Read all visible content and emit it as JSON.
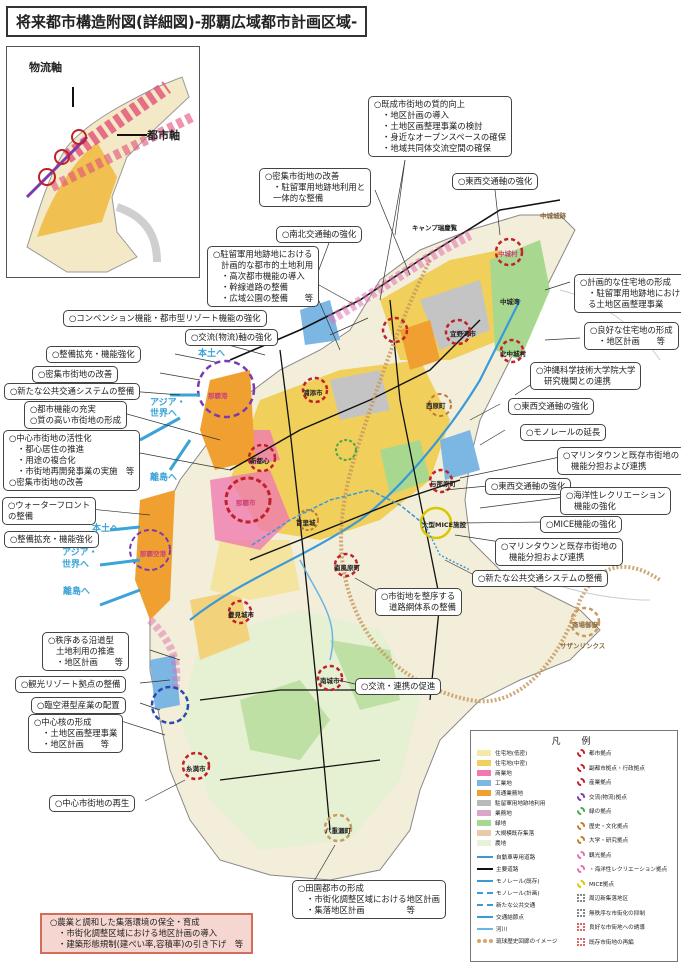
{
  "title": "将来都市構造附図(詳細図)-那覇広域都市計画区域-",
  "inset": {
    "label_logistics": "物流軸",
    "label_city": "都市軸"
  },
  "notes": [
    {
      "id": "n1",
      "lines": [
        {
          "t": "○既成市街地の質的向上",
          "s": false
        },
        {
          "t": "・地区計画の導入",
          "s": true
        },
        {
          "t": "・土地区画整理事業の検討",
          "s": true
        },
        {
          "t": "・身近なオープンスペースの確保",
          "s": true
        },
        {
          "t": "・地域共同体交流空間の確保",
          "s": true
        }
      ]
    },
    {
      "id": "n2",
      "lines": [
        {
          "t": "○密集市街地の改善",
          "s": false
        },
        {
          "t": "・駐留軍用地跡地利用と",
          "s": true
        },
        {
          "t": "一体的な整備",
          "s": true
        }
      ]
    },
    {
      "id": "n3",
      "lines": [
        {
          "t": "○東西交通軸の強化",
          "s": false
        }
      ]
    },
    {
      "id": "n4",
      "lines": [
        {
          "t": "○南北交通軸の強化",
          "s": false
        }
      ]
    },
    {
      "id": "n5",
      "lines": [
        {
          "t": "○駐留軍用地跡地における",
          "s": false
        },
        {
          "t": "計画的な都市的土地利用",
          "s": true
        },
        {
          "t": "・高次都市機能の導入",
          "s": true
        },
        {
          "t": "・幹線道路の整備",
          "s": true
        },
        {
          "t": "・広域公園の整備　　等",
          "s": true
        }
      ]
    },
    {
      "id": "n6",
      "lines": [
        {
          "t": "○計画的な住宅地の形成",
          "s": false
        },
        {
          "t": "・駐留軍用地跡地における",
          "s": true
        },
        {
          "t": "る土地区画整理事業",
          "s": true
        }
      ]
    },
    {
      "id": "n7",
      "lines": [
        {
          "t": "○コンベンション機能・都市型リゾート機能の強化",
          "s": false
        }
      ]
    },
    {
      "id": "n8",
      "lines": [
        {
          "t": "○良好な住宅地の形成",
          "s": false
        },
        {
          "t": "・地区計画　　等",
          "s": true
        }
      ]
    },
    {
      "id": "n9",
      "lines": [
        {
          "t": "○交流(物流)軸の強化",
          "s": false
        }
      ]
    },
    {
      "id": "n10",
      "lines": [
        {
          "t": "○整備拡充・機能強化",
          "s": false
        }
      ]
    },
    {
      "id": "n11",
      "lines": [
        {
          "t": "○密集市街地の改善",
          "s": false
        }
      ]
    },
    {
      "id": "n12",
      "lines": [
        {
          "t": "○沖縄科学技術大学院大学",
          "s": false
        },
        {
          "t": "研究機関との連携",
          "s": true
        }
      ]
    },
    {
      "id": "n13",
      "lines": [
        {
          "t": "○新たな公共交通システムの整備",
          "s": false
        }
      ]
    },
    {
      "id": "n14",
      "lines": [
        {
          "t": "○都市機能の充実",
          "s": false
        },
        {
          "t": "○質の高い市街地の形成",
          "s": false
        }
      ]
    },
    {
      "id": "n15",
      "lines": [
        {
          "t": "○東西交通軸の強化",
          "s": false
        }
      ]
    },
    {
      "id": "n16",
      "lines": [
        {
          "t": "○中心市街地の活性化",
          "s": false
        },
        {
          "t": "・都心居住の推進",
          "s": true
        },
        {
          "t": "・用途の複合化",
          "s": true
        },
        {
          "t": "・市街地再開発事業の実施　等",
          "s": true
        },
        {
          "t": "○密集市街地の改善",
          "s": false
        }
      ]
    },
    {
      "id": "n17",
      "lines": [
        {
          "t": "○モノレールの延長",
          "s": false
        }
      ]
    },
    {
      "id": "n18",
      "lines": [
        {
          "t": "○マリンタウンと既存市街地の",
          "s": false
        },
        {
          "t": "機能分担および連携",
          "s": true
        }
      ]
    },
    {
      "id": "n19",
      "lines": [
        {
          "t": "○東西交通軸の強化",
          "s": false
        }
      ]
    },
    {
      "id": "n20",
      "lines": [
        {
          "t": "○海洋性レクリエーション",
          "s": false
        },
        {
          "t": "機能の強化",
          "s": true
        }
      ]
    },
    {
      "id": "n21",
      "lines": [
        {
          "t": "○ウォーターフロント",
          "s": false
        },
        {
          "t": "の整備",
          "s": false
        }
      ]
    },
    {
      "id": "n22",
      "lines": [
        {
          "t": "○MICE機能の強化",
          "s": false
        }
      ]
    },
    {
      "id": "n23",
      "lines": [
        {
          "t": "○整備拡充・機能強化",
          "s": false
        }
      ]
    },
    {
      "id": "n24",
      "lines": [
        {
          "t": "○マリンタウンと既存市街地の",
          "s": false
        },
        {
          "t": "機能分担および連携",
          "s": true
        }
      ]
    },
    {
      "id": "n25",
      "lines": [
        {
          "t": "○新たな公共交通システムの整備",
          "s": false
        }
      ]
    },
    {
      "id": "n26",
      "lines": [
        {
          "t": "○市街地を整序する",
          "s": false
        },
        {
          "t": "道路網体系の整備",
          "s": true
        }
      ]
    },
    {
      "id": "n27",
      "lines": [
        {
          "t": "○秩序ある沿道型",
          "s": false
        },
        {
          "t": "土地利用の推進",
          "s": true
        },
        {
          "t": "・地区計画　　等",
          "s": true
        }
      ]
    },
    {
      "id": "n28",
      "lines": [
        {
          "t": "○観光リゾート拠点の整備",
          "s": false
        }
      ]
    },
    {
      "id": "n29",
      "lines": [
        {
          "t": "○交流・連携の促進",
          "s": false
        }
      ]
    },
    {
      "id": "n30",
      "lines": [
        {
          "t": "○臨空港型産業の配置",
          "s": false
        }
      ]
    },
    {
      "id": "n31",
      "lines": [
        {
          "t": "○中心核の形成",
          "s": false
        },
        {
          "t": "・土地区画整理事業",
          "s": true
        },
        {
          "t": "・地区計画　　等",
          "s": true
        }
      ]
    },
    {
      "id": "n32",
      "lines": [
        {
          "t": "○中心市街地の再生",
          "s": false
        }
      ]
    },
    {
      "id": "n33",
      "lines": [
        {
          "t": "○田園都市の形成",
          "s": false
        },
        {
          "t": "・市街化調整区域における地区計画",
          "s": true
        },
        {
          "t": "・集落地区計画　　　　　等",
          "s": true
        }
      ]
    }
  ],
  "bottom_note": {
    "lines": [
      "○農業と調和した集落環境の保全・育成",
      "・市街化調整区域における地区計画の導入",
      "・建築形態規制(建ぺい率,容積率)の引き下げ　等"
    ]
  },
  "callouts": [
    {
      "id": "c1",
      "t": "本土へ",
      "blue": true
    },
    {
      "id": "c2",
      "t": "アジア・",
      "blue": true
    },
    {
      "id": "c3",
      "t": "世界へ",
      "blue": true
    },
    {
      "id": "c4",
      "t": "離島へ",
      "blue": true
    },
    {
      "id": "c5",
      "t": "本土へ",
      "blue": true
    },
    {
      "id": "c6",
      "t": "アジア・",
      "blue": true
    },
    {
      "id": "c7",
      "t": "世界へ",
      "blue": true
    },
    {
      "id": "c8",
      "t": "離島へ",
      "blue": true
    }
  ],
  "places": [
    {
      "id": "p1",
      "t": "中城村"
    },
    {
      "id": "p2",
      "t": "宜野湾市"
    },
    {
      "id": "p3",
      "t": "北中城村"
    },
    {
      "id": "p4",
      "t": "浦添市"
    },
    {
      "id": "p5",
      "t": "那覇港"
    },
    {
      "id": "p6",
      "t": "那覇市"
    },
    {
      "id": "p7",
      "t": "新都心"
    },
    {
      "id": "p8",
      "t": "那覇空港"
    },
    {
      "id": "p9",
      "t": "南風原町"
    },
    {
      "id": "p10",
      "t": "与那原町"
    },
    {
      "id": "p11",
      "t": "豊見城市"
    },
    {
      "id": "p12",
      "t": "南城市"
    },
    {
      "id": "p13",
      "t": "八重瀬町"
    },
    {
      "id": "p14",
      "t": "糸満市"
    },
    {
      "id": "p15",
      "t": "中城湾"
    },
    {
      "id": "p16",
      "t": "大型MICE施設"
    },
    {
      "id": "p17",
      "t": "斎場御嶽"
    },
    {
      "id": "p18",
      "t": "西原町"
    },
    {
      "id": "p19",
      "t": "首里城"
    },
    {
      "id": "p20",
      "t": "サザンリンクス"
    },
    {
      "id": "p21",
      "t": "キャンプ瑞慶覧"
    },
    {
      "id": "p22",
      "t": "中城城跡"
    }
  ],
  "legend": {
    "title": "凡　例",
    "left": [
      {
        "t": "住宅地(低密)",
        "c": "#f5e9a8"
      },
      {
        "t": "住宅地(中密)",
        "c": "#f0cf5a"
      },
      {
        "t": "商業地",
        "c": "#f07ab0"
      },
      {
        "t": "工業地",
        "c": "#7cb7e4"
      },
      {
        "t": "流通業務地",
        "c": "#f0a030"
      },
      {
        "t": "駐留軍用地跡地利用",
        "c": "#b9b9b9"
      },
      {
        "t": "業務地",
        "c": "#d9a5c8"
      },
      {
        "t": "緑地",
        "c": "#a8d890"
      },
      {
        "t": "大規模既存集落",
        "c": "#e9c9a8"
      },
      {
        "t": "農地",
        "c": "#e9f2d8"
      }
    ],
    "left_lines": [
      {
        "t": "自動車専用道路",
        "c": "#3a9ad9"
      },
      {
        "t": "主要道路",
        "c": "#111"
      },
      {
        "t": "モノレール(既存)",
        "c": "#3a9ad9"
      },
      {
        "t": "モノレール(計画)",
        "c": "#3a9ad9"
      },
      {
        "t": "新たな公共交通",
        "c": "#3a9ad9"
      },
      {
        "t": "交通結節点",
        "c": "#3a9ad9"
      },
      {
        "t": "河川",
        "c": "#6ab5e6"
      },
      {
        "t": "琉球歴史回廊のイメージ",
        "c": "#d9a46a"
      }
    ],
    "right": [
      {
        "t": "都市拠点",
        "c": "#c0202a"
      },
      {
        "t": "副都市拠点・行政拠点",
        "c": "#c0202a"
      },
      {
        "t": "産業拠点",
        "c": "#c0202a"
      },
      {
        "t": "交流(物流)拠点",
        "c": "#7a3ab0"
      },
      {
        "t": "緑の拠点",
        "c": "#4aa84a"
      },
      {
        "t": "歴史・文化拠点",
        "c": "#c07a30"
      },
      {
        "t": "大学・研究拠点",
        "c": "#c07a30"
      },
      {
        "t": "観光拠点",
        "c": "#e070b0"
      },
      {
        "t": "・海洋性レクリエーション拠点",
        "c": "#e070b0"
      },
      {
        "t": "MICE拠点",
        "c": "#d8c800"
      },
      {
        "t": "周辺新集落地区",
        "c": "#888"
      },
      {
        "t": "無秩序な市街化の抑制",
        "c": "#888"
      },
      {
        "t": "良好な市街地への誘導",
        "c": "#d66"
      },
      {
        "t": "既存市街地の再編",
        "c": "#d66"
      }
    ]
  }
}
